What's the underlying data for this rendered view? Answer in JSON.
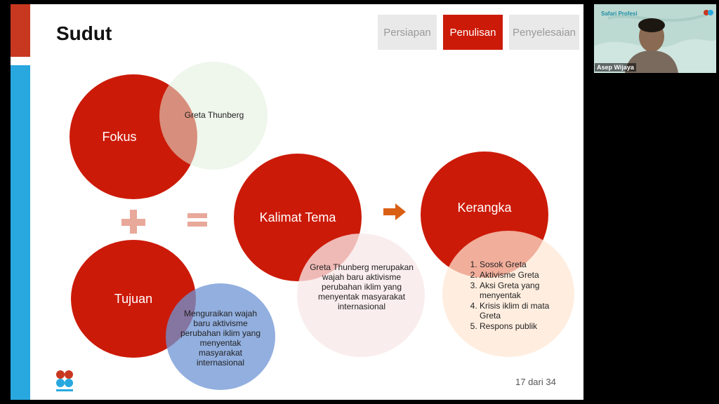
{
  "slide": {
    "title": "Sudut",
    "tabs": [
      {
        "label": "Persiapan",
        "active": false
      },
      {
        "label": "Penulisan",
        "active": true
      },
      {
        "label": "Penyelesaian",
        "active": false
      }
    ],
    "fokus_label": "Fokus",
    "fokus_value": "Greta Thunberg",
    "tujuan_label": "Tujuan",
    "tujuan_value": "Menguraikan wajah baru aktivisme perubahan iklim yang menyentak masyarakat internasional",
    "kalimat_tema_label": "Kalimat Tema",
    "kalimat_tema_value": "Greta Thunberg merupakan wajah baru aktivisme perubahan iklim yang menyentak masyarakat internasional",
    "kerangka_label": "Kerangka",
    "kerangka_items": [
      "Sosok Greta",
      "Aktivisme Greta",
      "Aksi Greta yang menyentak",
      "Krisis iklim di mata Greta",
      "Respons publik"
    ],
    "page_indicator": "17 dari 34",
    "colors": {
      "accent_red": "#cc1a08",
      "stripe_blue": "#29a8e0",
      "symbol_pink": "#e8a89a",
      "arrow_orange": "#d95f14"
    }
  },
  "video": {
    "header": "Safari Profesi",
    "participant_name": "Asep Wijaya"
  }
}
